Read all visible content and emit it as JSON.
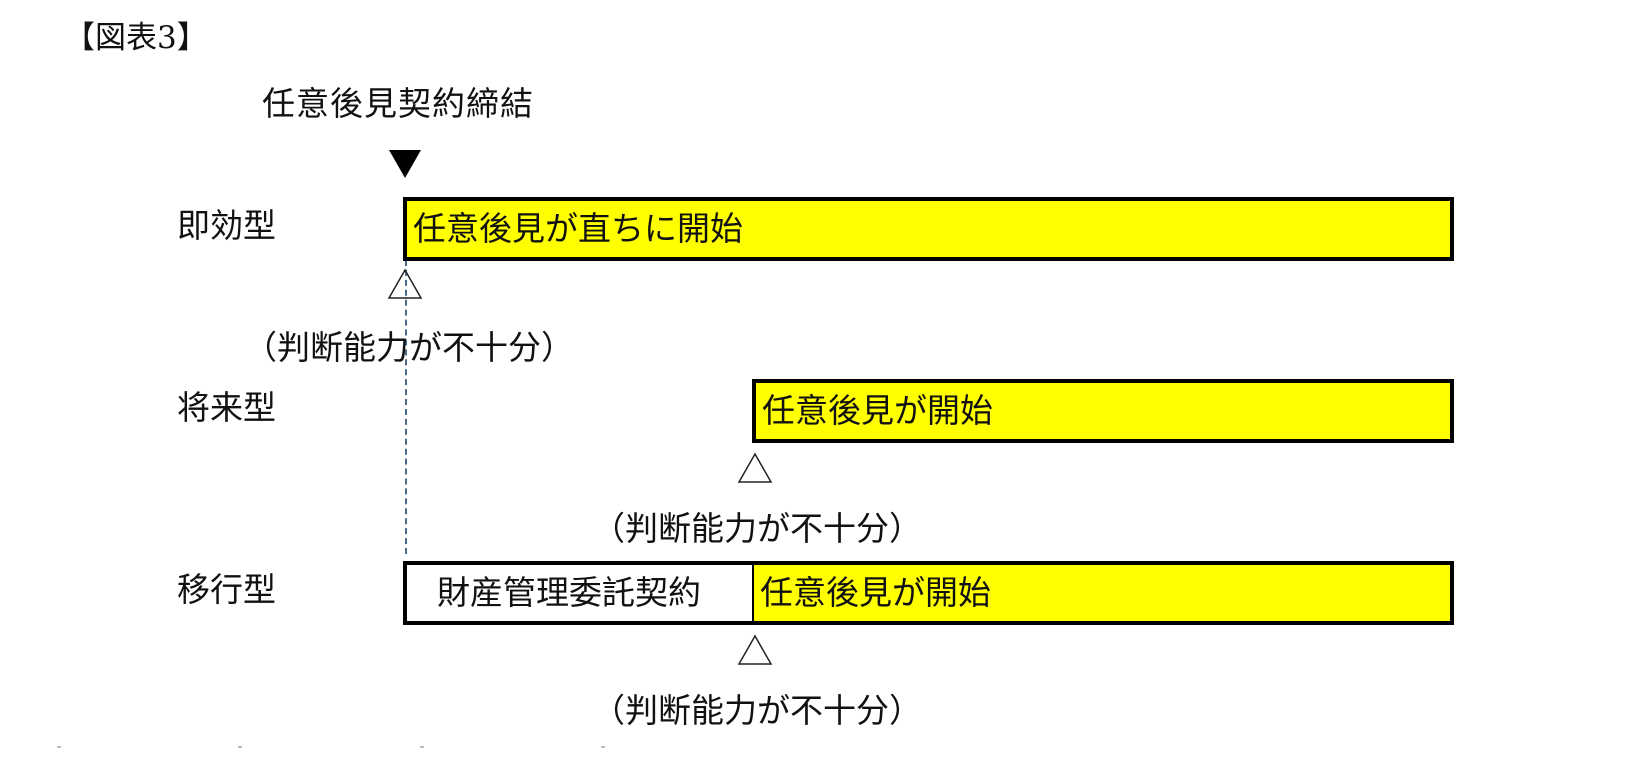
{
  "figure": {
    "title": "【図表3】",
    "contract_event": "任意後見契約締結",
    "contract_marker_icon": "filled-down-triangle",
    "onset_marker_icon": "outline-up-triangle",
    "colors": {
      "guardianship_fill": "#ffff00",
      "border": "#000000",
      "dashed_line": "#4a6a8a"
    }
  },
  "rows": [
    {
      "type_label": "即効型",
      "segments": [
        {
          "text": "任意後見が直ちに開始",
          "fill": "#ffff00"
        }
      ],
      "onset_text": "（判断能力が不十分）"
    },
    {
      "type_label": "将来型",
      "segments": [
        {
          "text": "任意後見が開始",
          "fill": "#ffff00"
        }
      ],
      "onset_text": "（判断能力が不十分）"
    },
    {
      "type_label": "移行型",
      "segments": [
        {
          "text": "財産管理委託契約",
          "fill": "#ffffff"
        },
        {
          "text": "任意後見が開始",
          "fill": "#ffff00"
        }
      ],
      "onset_text": "（判断能力が不十分）"
    }
  ]
}
